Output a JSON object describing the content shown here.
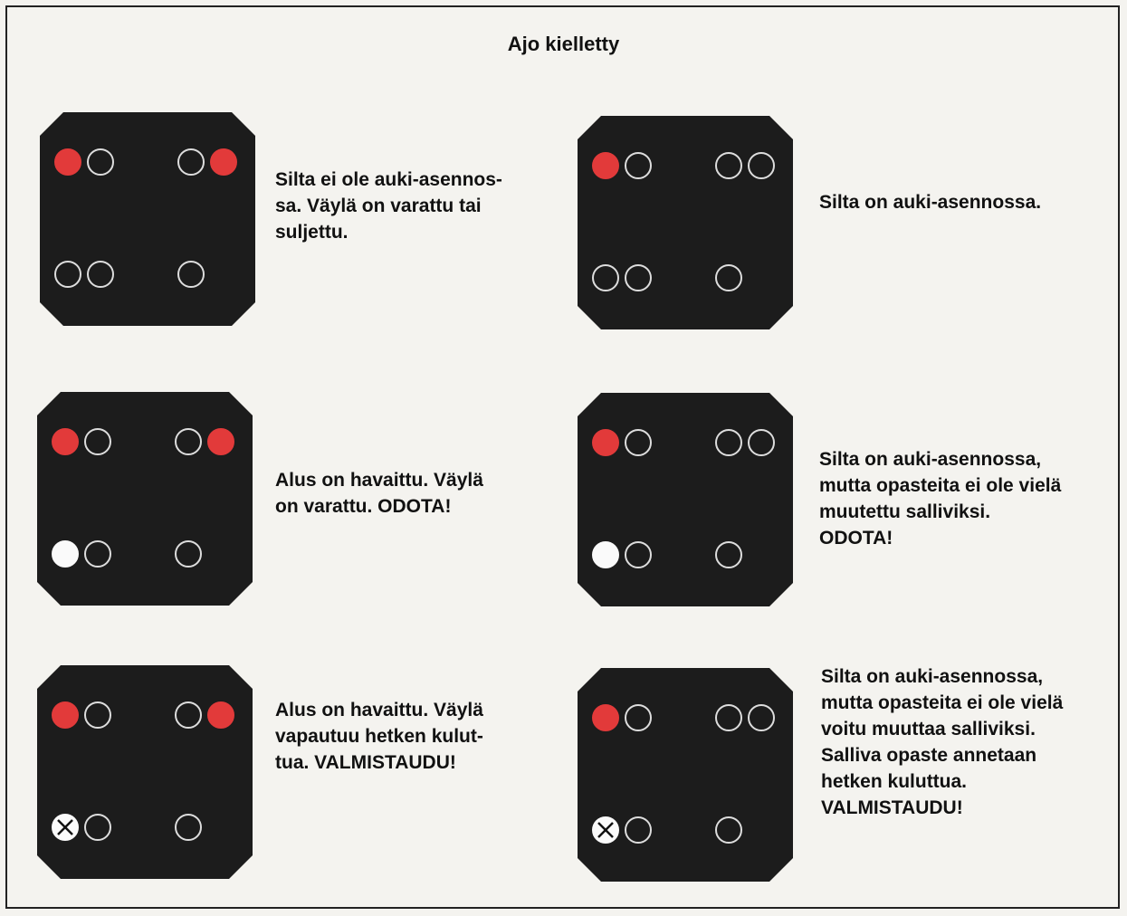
{
  "title": "Ajo kielletty",
  "signals": [
    {
      "lamps": {
        "top_left": [
          "red",
          "off"
        ],
        "top_right": [
          "off",
          "red"
        ],
        "bottom_left": [
          "off",
          "off"
        ],
        "bottom_right": [
          "off"
        ]
      },
      "caption": "Silta ei ole auki-asennos-\nsa. Väylä on varattu tai\nsuljettu."
    },
    {
      "lamps": {
        "top_left": [
          "red",
          "off"
        ],
        "top_right": [
          "off",
          "off"
        ],
        "bottom_left": [
          "off",
          "off"
        ],
        "bottom_right": [
          "off"
        ]
      },
      "caption": "Silta on auki-asennossa."
    },
    {
      "lamps": {
        "top_left": [
          "red",
          "off"
        ],
        "top_right": [
          "off",
          "red"
        ],
        "bottom_left": [
          "white",
          "off"
        ],
        "bottom_right": [
          "off"
        ]
      },
      "caption": "Alus on havaittu. Väylä\non varattu. ODOTA!"
    },
    {
      "lamps": {
        "top_left": [
          "red",
          "off"
        ],
        "top_right": [
          "off",
          "off"
        ],
        "bottom_left": [
          "white",
          "off"
        ],
        "bottom_right": [
          "off"
        ]
      },
      "caption": "Silta on auki-asennossa,\nmutta opasteita ei ole vielä\nmuutettu salliviksi.\nODOTA!"
    },
    {
      "lamps": {
        "top_left": [
          "red",
          "off"
        ],
        "top_right": [
          "off",
          "red"
        ],
        "bottom_left": [
          "cross",
          "off"
        ],
        "bottom_right": [
          "off"
        ]
      },
      "caption": "Alus on havaittu. Väylä\nvapautuu hetken kulut-\ntua. VALMISTAUDU!"
    },
    {
      "lamps": {
        "top_left": [
          "red",
          "off"
        ],
        "top_right": [
          "off",
          "off"
        ],
        "bottom_left": [
          "cross",
          "off"
        ],
        "bottom_right": [
          "off"
        ]
      },
      "caption": "Silta on auki-asennossa,\nmutta opasteita ei ole vielä\nvoitu muuttaa salliviksi.\nSalliva opaste annetaan\nhetken kuluttua.\nVALMISTAUDU!"
    }
  ]
}
